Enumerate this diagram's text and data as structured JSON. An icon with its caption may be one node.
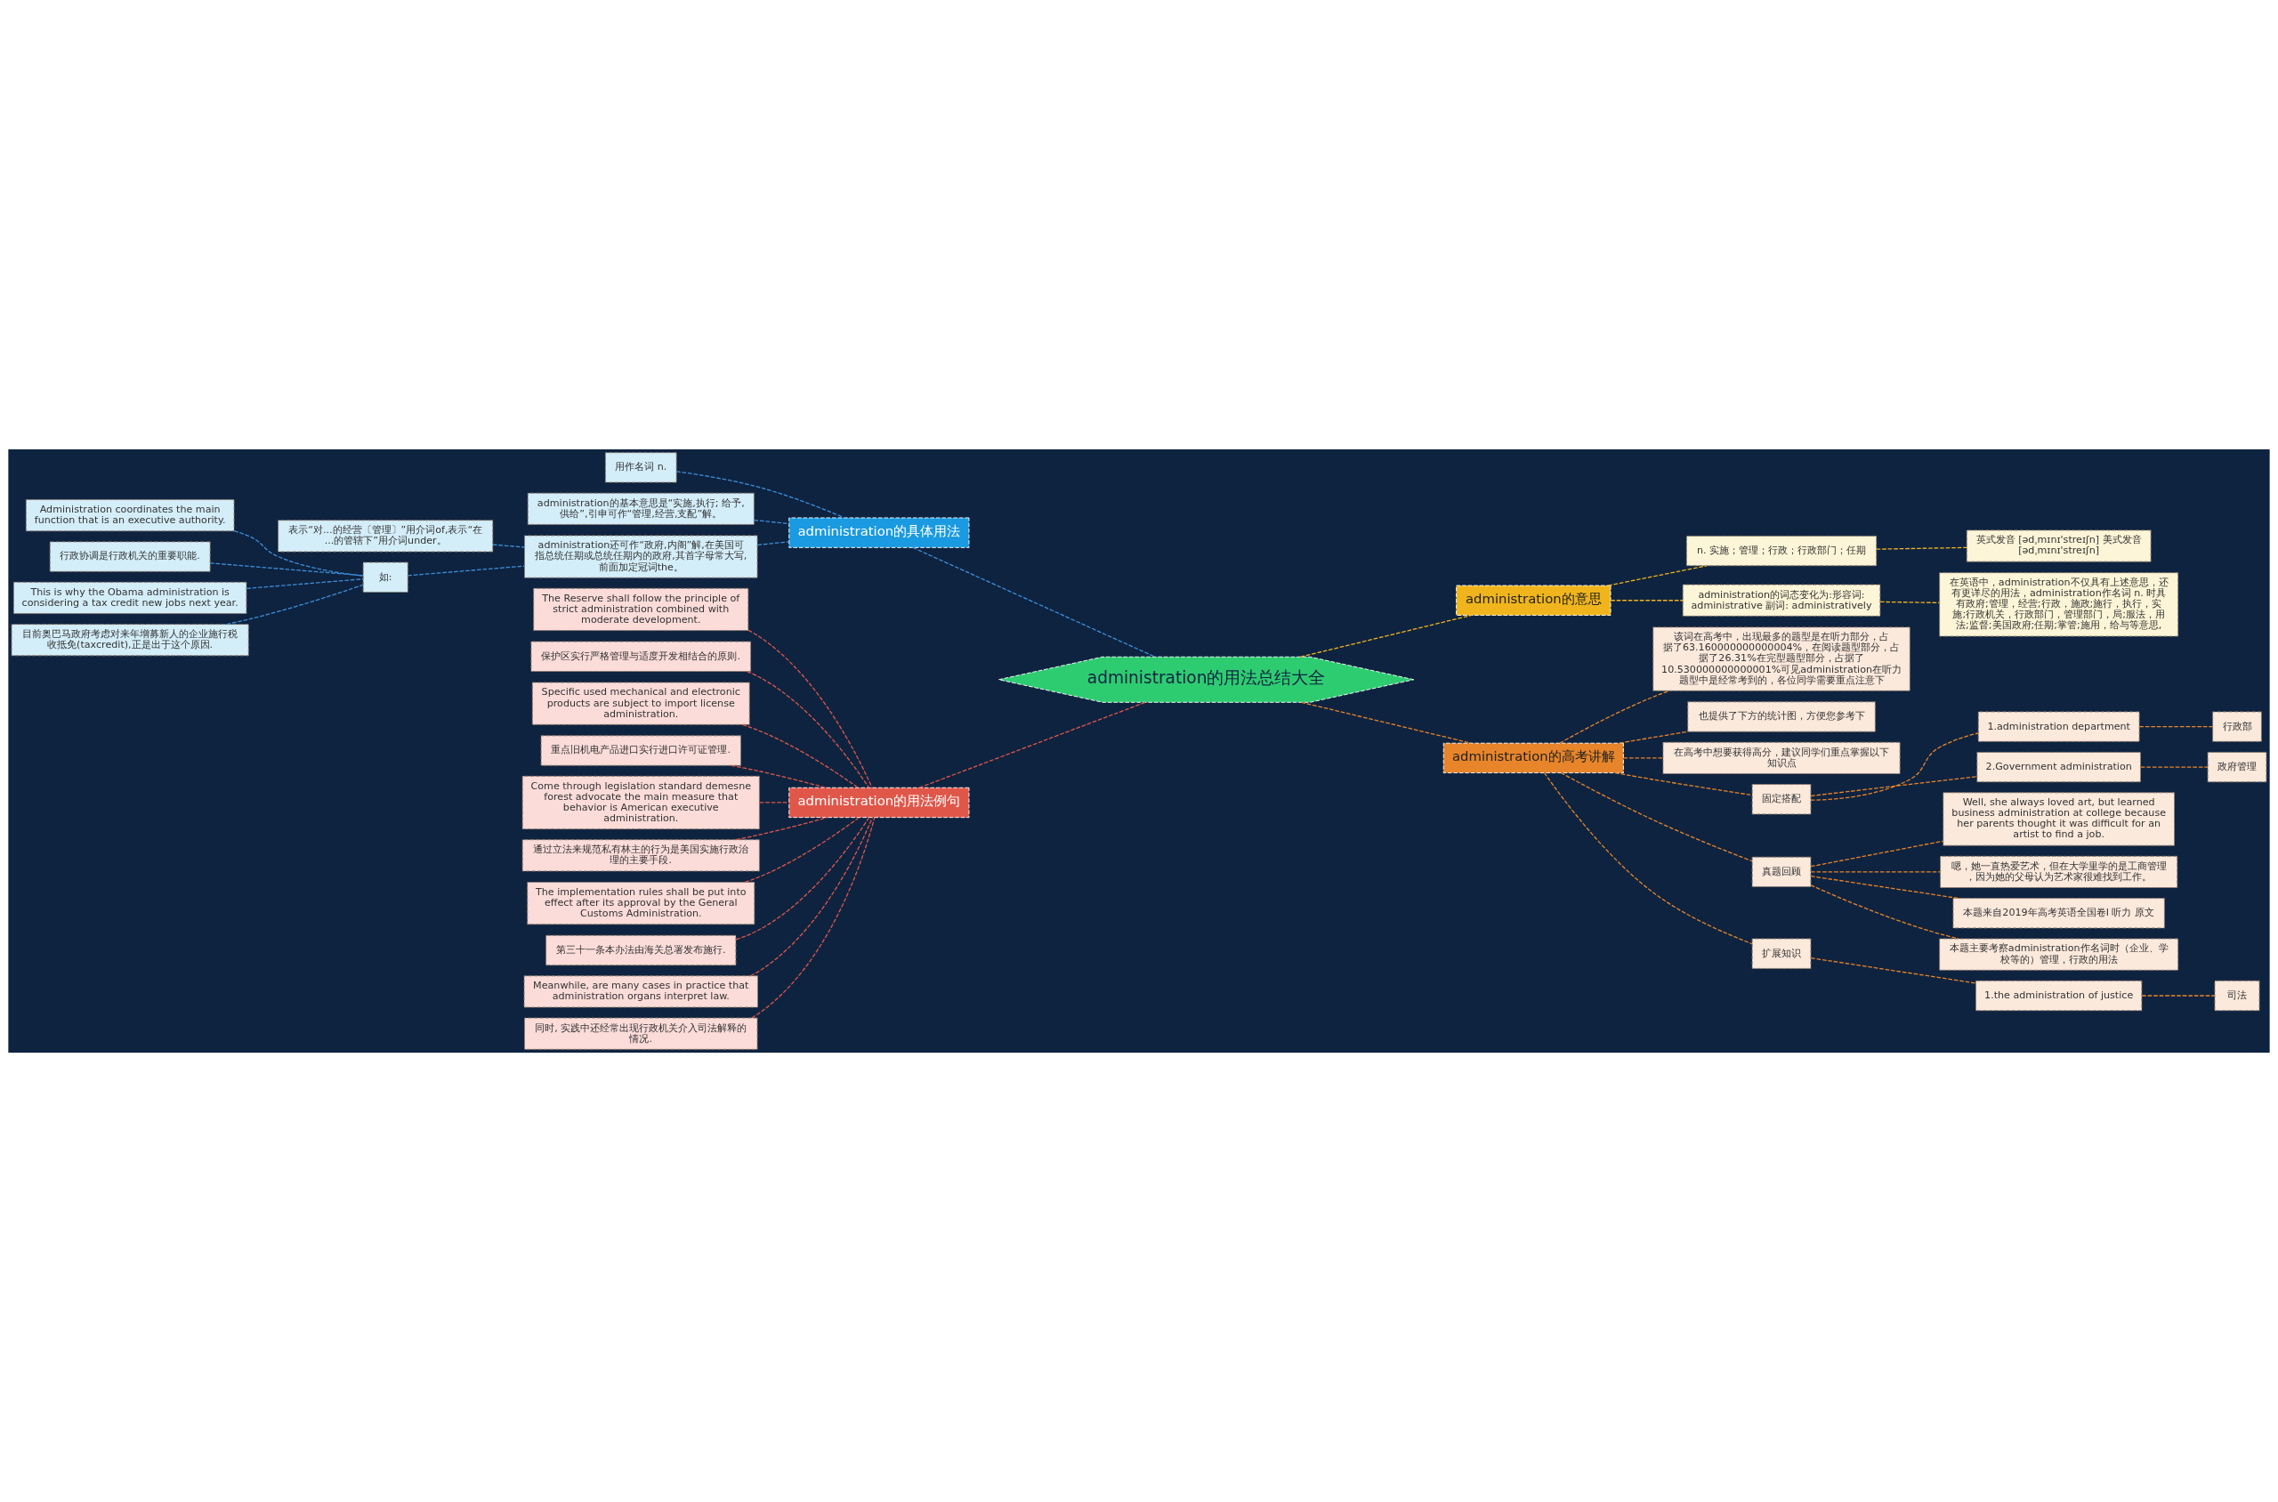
{
  "diagram": {
    "nodes": [
      {
        "text": [
          "administration的用法总结大全"
        ]
      },
      {
        "text": [
          "administration的具体用法"
        ]
      },
      {
        "text": [
          "用作名词 n."
        ]
      },
      {
        "text": [
          "administration的基本意思是“实施,执行; 给予,供给”,引申可作“管理,经营,支配”解。"
        ]
      },
      {
        "text": [
          "administration还可作“政府,内阁”解,在美国可指总统任期或总统任期内的政府,其首字母常大写,前面加定冠词the。"
        ]
      },
      {
        "text": [
          "表示“对...的经营〔管理〕”用介词of,表示“在...的管辖下”用介词under。"
        ]
      },
      {
        "text": [
          "如:"
        ]
      },
      {
        "text": [
          "Administration coordinates the main function that is an executive authority."
        ]
      },
      {
        "text": [
          "行政协调是行政机关的重要职能."
        ]
      },
      {
        "text": [
          "This is why the Obama administration is considering a tax credit new jobs next year."
        ]
      },
      {
        "text": [
          "目前奥巴马政府考虑对来年增募新人的企业施行税收抵免(taxcredit),正是出于这个原因."
        ]
      },
      {
        "text": [
          "administration的用法例句"
        ]
      },
      {
        "text": [
          "The Reserve shall follow the principle of strict administration combined with moderate development."
        ]
      },
      {
        "text": [
          "保护区实行严格管理与适度开发相结合的原则."
        ]
      },
      {
        "text": [
          "Specific used mechanical and electronic products are subject to import license administration."
        ]
      },
      {
        "text": [
          "重点旧机电产品进口实行进口许可证管理."
        ]
      },
      {
        "text": [
          "Come through legislation standard demesne forest advocate the main measure that behavior is American executive administration."
        ]
      },
      {
        "text": [
          "通过立法来规范私有林主的行为是美国实施行政治理的主要手段."
        ]
      },
      {
        "text": [
          "The implementation rules shall be put into effect after its approval by the General Customs Administration."
        ]
      },
      {
        "text": [
          "第三十一条本办法由海关总署发布施行."
        ]
      },
      {
        "text": [
          "Meanwhile, are many cases in practice that administration organs interpret law."
        ]
      },
      {
        "text": [
          "同时, 实践中还经常出现行政机关介入司法解释的情况."
        ]
      },
      {
        "text": [
          "administration的意思"
        ]
      },
      {
        "text": [
          "n. 实施；管理；行政；行政部门；任期"
        ]
      },
      {
        "text": [
          "英式发音 [ədˌmɪnɪ'streɪʃn] 美式发音 [ədˌmɪnɪ'streɪʃn]"
        ]
      },
      {
        "text": [
          "administration的词态变化为:形容词: administrative 副词: administratively"
        ]
      },
      {
        "text": [
          "在英语中，administration不仅具有上述意思，还有更详尽的用法，administration作名词 n. 时具有政府;管理，经营;行政，施政;施行，执行，实施;行政机关，行政部门，管理部门，局;服法，用法;监督;美国政府;任期;掌管;施用，给与等意思,"
        ]
      },
      {
        "text": [
          "administration的高考讲解"
        ]
      },
      {
        "text": [
          "该词在高考中，出现最多的题型是在听力部分，占据了63.160000000000004%，在阅读题型部分，占据了26.31%在完型题型部分，占据了10.530000000000001%可见administration在听力题型中是经常考到的，各位同学需要重点注意下"
        ]
      },
      {
        "text": [
          "也提供了下方的统计图，方便您参考下"
        ]
      },
      {
        "text": [
          "在高考中想要获得高分，建议同学们重点掌握以下知识点"
        ]
      },
      {
        "text": [
          "固定搭配"
        ]
      },
      {
        "text": [
          "1.administration department"
        ]
      },
      {
        "text": [
          "行政部"
        ]
      },
      {
        "text": [
          "2.Government administration"
        ]
      },
      {
        "text": [
          "政府管理"
        ]
      },
      {
        "text": [
          "真题回顾"
        ]
      },
      {
        "text": [
          "Well, she always loved art, but learned business administration at college because her parents thought it was difficult for an artist to find a job."
        ]
      },
      {
        "text": [
          "嗯，她一直热爱艺术，但在大学里学的是工商管理，因为她的父母认为艺术家很难找到工作。"
        ]
      },
      {
        "text": [
          "本题来自2019年高考英语全国卷I 听力 原文"
        ]
      },
      {
        "text": [
          "本题主要考察administration作名词时（企业、学校等的）管理，行政的用法"
        ]
      },
      {
        "text": [
          "扩展知识"
        ]
      },
      {
        "text": [
          "1.the administration of justice"
        ]
      },
      {
        "text": [
          "司法"
        ]
      }
    ],
    "edges": [
      {
        "from": 0,
        "to": 1,
        "arrow": "none",
        "color": "#3f8fd8"
      },
      {
        "from": 1,
        "to": 2,
        "arrow": "none",
        "color": "#3f8fd8"
      },
      {
        "from": 1,
        "to": 3,
        "arrow": "none",
        "color": "#3f8fd8"
      },
      {
        "from": 1,
        "to": 4,
        "arrow": "none",
        "color": "#3f8fd8"
      },
      {
        "from": 4,
        "to": 5,
        "arrow": "none",
        "color": "#3f8fd8"
      },
      {
        "from": 4,
        "to": 6,
        "arrow": "none",
        "color": "#3f8fd8"
      },
      {
        "from": 6,
        "to": 7,
        "arrow": "none",
        "color": "#3f8fd8"
      },
      {
        "from": 6,
        "to": 8,
        "arrow": "none",
        "color": "#3f8fd8"
      },
      {
        "from": 6,
        "to": 9,
        "arrow": "none",
        "color": "#3f8fd8"
      },
      {
        "from": 6,
        "to": 10,
        "arrow": "none",
        "color": "#3f8fd8"
      },
      {
        "from": 0,
        "to": 11,
        "arrow": "none",
        "color": "#e0574a"
      },
      {
        "from": 11,
        "to": 12,
        "arrow": "none",
        "color": "#e0574a"
      },
      {
        "from": 11,
        "to": 13,
        "arrow": "none",
        "color": "#e0574a"
      },
      {
        "from": 11,
        "to": 14,
        "arrow": "none",
        "color": "#e0574a"
      },
      {
        "from": 11,
        "to": 15,
        "arrow": "none",
        "color": "#e0574a"
      },
      {
        "from": 11,
        "to": 16,
        "arrow": "none",
        "color": "#e0574a"
      },
      {
        "from": 11,
        "to": 17,
        "arrow": "none",
        "color": "#e0574a"
      },
      {
        "from": 11,
        "to": 18,
        "arrow": "none",
        "color": "#e0574a"
      },
      {
        "from": 11,
        "to": 19,
        "arrow": "none",
        "color": "#e0574a"
      },
      {
        "from": 11,
        "to": 20,
        "arrow": "none",
        "color": "#e0574a"
      },
      {
        "from": 11,
        "to": 21,
        "arrow": "none",
        "color": "#e0574a"
      },
      {
        "from": 0,
        "to": 22,
        "arrow": "none",
        "color": "#f0b51c"
      },
      {
        "from": 22,
        "to": 23,
        "arrow": "none",
        "color": "#f0b51c"
      },
      {
        "from": 23,
        "to": 24,
        "arrow": "none",
        "color": "#f0b51c"
      },
      {
        "from": 22,
        "to": 25,
        "arrow": "none",
        "color": "#f0b51c"
      },
      {
        "from": 25,
        "to": 26,
        "arrow": "none",
        "color": "#f0b51c"
      },
      {
        "from": 0,
        "to": 27,
        "arrow": "none",
        "color": "#e8852a"
      },
      {
        "from": 27,
        "to": 28,
        "arrow": "none",
        "color": "#e8852a"
      },
      {
        "from": 27,
        "to": 29,
        "arrow": "none",
        "color": "#e8852a"
      },
      {
        "from": 27,
        "to": 30,
        "arrow": "none",
        "color": "#e8852a"
      },
      {
        "from": 27,
        "to": 31,
        "arrow": "none",
        "color": "#e8852a"
      },
      {
        "from": 31,
        "to": 32,
        "arrow": "none",
        "color": "#e8852a"
      },
      {
        "from": 32,
        "to": 33,
        "arrow": "none",
        "color": "#e8852a"
      },
      {
        "from": 31,
        "to": 34,
        "arrow": "none",
        "color": "#e8852a"
      },
      {
        "from": 34,
        "to": 35,
        "arrow": "none",
        "color": "#e8852a"
      },
      {
        "from": 27,
        "to": 36,
        "arrow": "none",
        "color": "#e8852a"
      },
      {
        "from": 36,
        "to": 37,
        "arrow": "none",
        "color": "#e8852a"
      },
      {
        "from": 36,
        "to": 38,
        "arrow": "none",
        "color": "#e8852a"
      },
      {
        "from": 36,
        "to": 39,
        "arrow": "none",
        "color": "#e8852a"
      },
      {
        "from": 36,
        "to": 40,
        "arrow": "none",
        "color": "#e8852a"
      },
      {
        "from": 27,
        "to": 41,
        "arrow": "none",
        "color": "#e8852a"
      },
      {
        "from": 41,
        "to": 42,
        "arrow": "none",
        "color": "#e8852a"
      },
      {
        "from": 42,
        "to": 43,
        "arrow": "none",
        "color": "#e8852a"
      }
    ]
  }
}
